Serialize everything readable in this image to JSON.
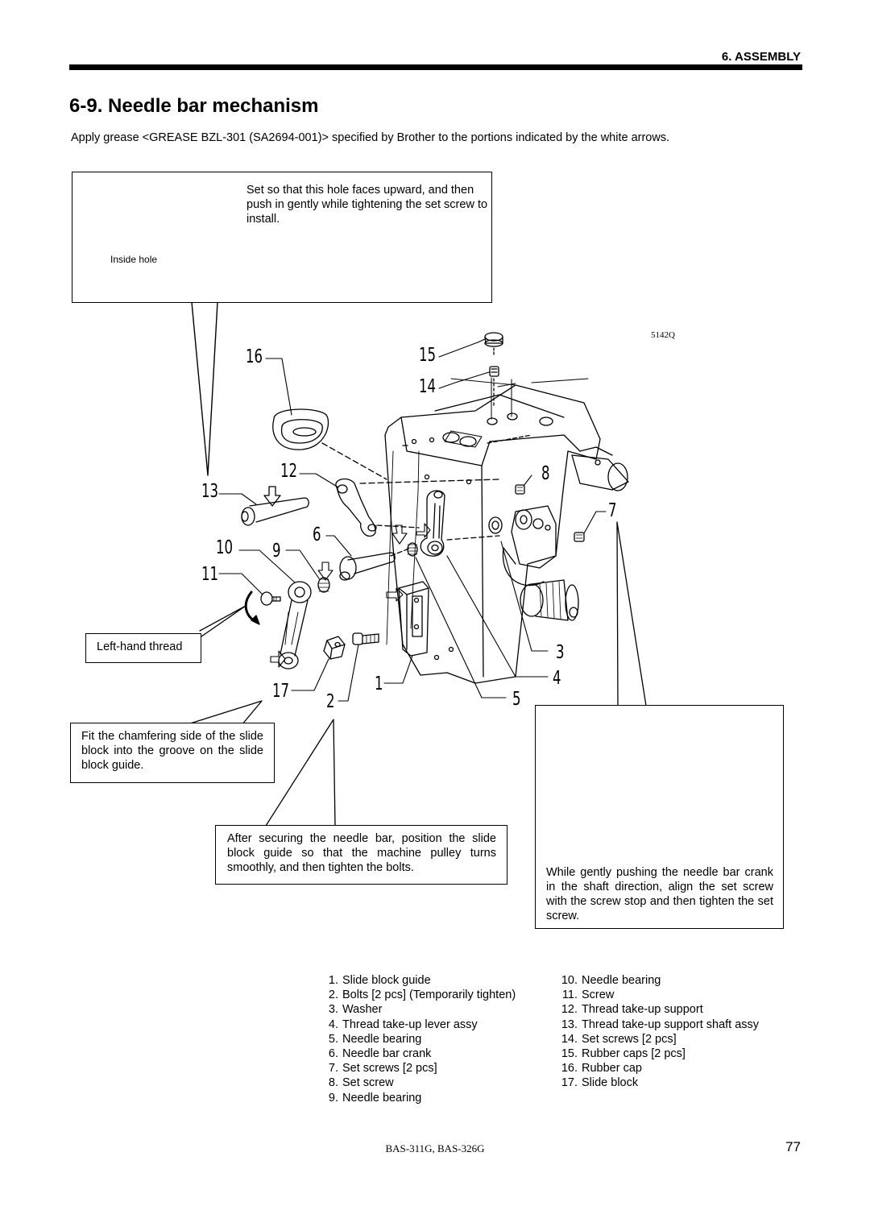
{
  "header": {
    "section": "6. ASSEMBLY"
  },
  "title": "6-9. Needle bar mechanism",
  "intro": "Apply grease <GREASE BZL-301 (SA2694-001)> specified by Brother to the portions indicated by the white arrows.",
  "figure": {
    "figure_id": "5142Q",
    "inset_note": "Set so that this hole faces upward, and then push in gently while tightening the set screw to install.",
    "inside_hole_label": "Inside hole",
    "left_hand_thread_label": "Left-hand thread",
    "chamfer_note": "Fit the chamfering side of the slide block into the groove on the slide block guide.",
    "slide_guide_note": "After securing the needle bar, position the slide block guide so that the machine pulley turns smoothly, and then tighten the bolts.",
    "crank_note": "While gently pushing the needle bar crank in the shaft direction, align the set screw with the screw stop and then tighten the set screw.",
    "callouts": [
      "1",
      "2",
      "3",
      "4",
      "5",
      "6",
      "7",
      "8",
      "9",
      "10",
      "11",
      "12",
      "13",
      "14",
      "15",
      "16",
      "17"
    ]
  },
  "legend_left": [
    {
      "n": "1.",
      "label": "Slide block guide"
    },
    {
      "n": "2.",
      "label": "Bolts [2 pcs] (Temporarily tighten)"
    },
    {
      "n": "3.",
      "label": "Washer"
    },
    {
      "n": "4.",
      "label": "Thread take-up lever assy"
    },
    {
      "n": "5.",
      "label": "Needle bearing"
    },
    {
      "n": "6.",
      "label": "Needle bar crank"
    },
    {
      "n": "7.",
      "label": "Set screws [2 pcs]"
    },
    {
      "n": "8.",
      "label": "Set screw"
    },
    {
      "n": "9.",
      "label": "Needle bearing"
    }
  ],
  "legend_right": [
    {
      "n": "10.",
      "label": "Needle bearing"
    },
    {
      "n": "11.",
      "label": "Screw"
    },
    {
      "n": "12.",
      "label": "Thread take-up support"
    },
    {
      "n": "13.",
      "label": "Thread take-up support shaft assy"
    },
    {
      "n": "14.",
      "label": "Set screws [2 pcs]"
    },
    {
      "n": "15.",
      "label": "Rubber caps [2 pcs]"
    },
    {
      "n": "16.",
      "label": "Rubber cap"
    },
    {
      "n": "17.",
      "label": "Slide block"
    }
  ],
  "footer": {
    "model": "BAS-311G, BAS-326G",
    "page": "77"
  }
}
